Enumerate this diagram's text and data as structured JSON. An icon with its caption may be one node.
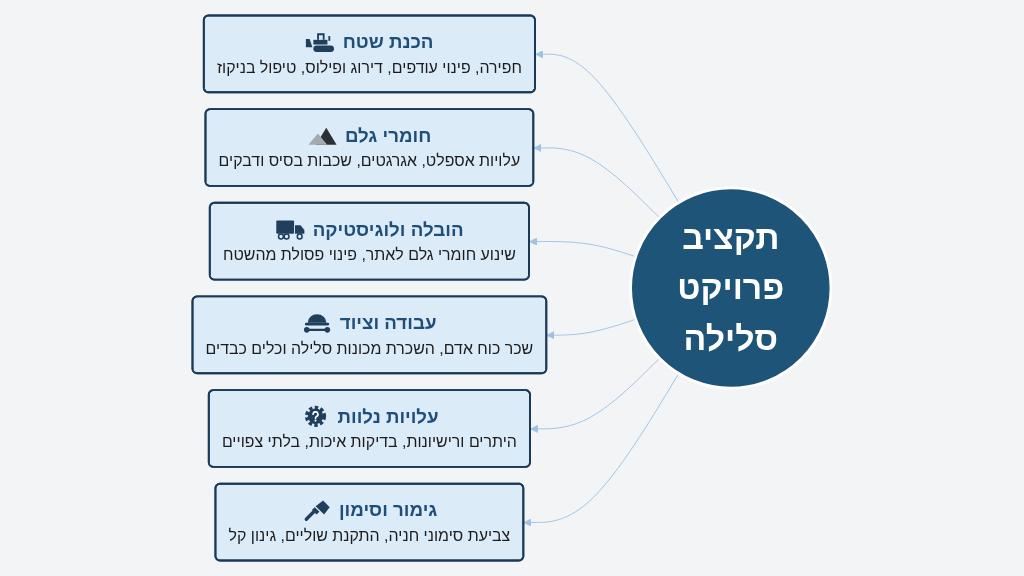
{
  "diagram": {
    "nodes": [
      {
        "text": [
          "הכנת שטח",
          "חפירה, פינוי עודפים, דירוג ופילוס, טיפול בניקוז"
        ]
      },
      {
        "text": [
          "חומרי גלם",
          "עלויות אספלט, אגרגטים, שכבות בסיס ודבקים"
        ]
      },
      {
        "text": [
          "תקציב פרויקט סלילה"
        ]
      },
      {
        "text": [
          "הובלה ולוגיסטיקה",
          "שינוע חומרי גלם לאתר, פינוי פסולת מהשטח"
        ]
      },
      {
        "text": [
          "עבודה וציוד",
          "שכר כוח אדם, השכרת מכונות סלילה וכלים כבדים"
        ]
      },
      {
        "text": [
          "עלויות נלוות",
          "היתרים ורישיונות, בדיקות איכות, בלתי צפויים"
        ]
      },
      {
        "text": [
          "גימור וסימון",
          "צביעת סימוני חניה, התקנת שוליים, גינון קל"
        ]
      }
    ],
    "edges": [
      {
        "from": 2,
        "to": 0,
        "arrow": "to"
      },
      {
        "from": 2,
        "to": 1,
        "arrow": "to"
      },
      {
        "from": 2,
        "to": 3,
        "arrow": "to"
      },
      {
        "from": 2,
        "to": 4,
        "arrow": "to"
      },
      {
        "from": 2,
        "to": 5,
        "arrow": "to"
      },
      {
        "from": 2,
        "to": 6,
        "arrow": "to"
      }
    ]
  }
}
